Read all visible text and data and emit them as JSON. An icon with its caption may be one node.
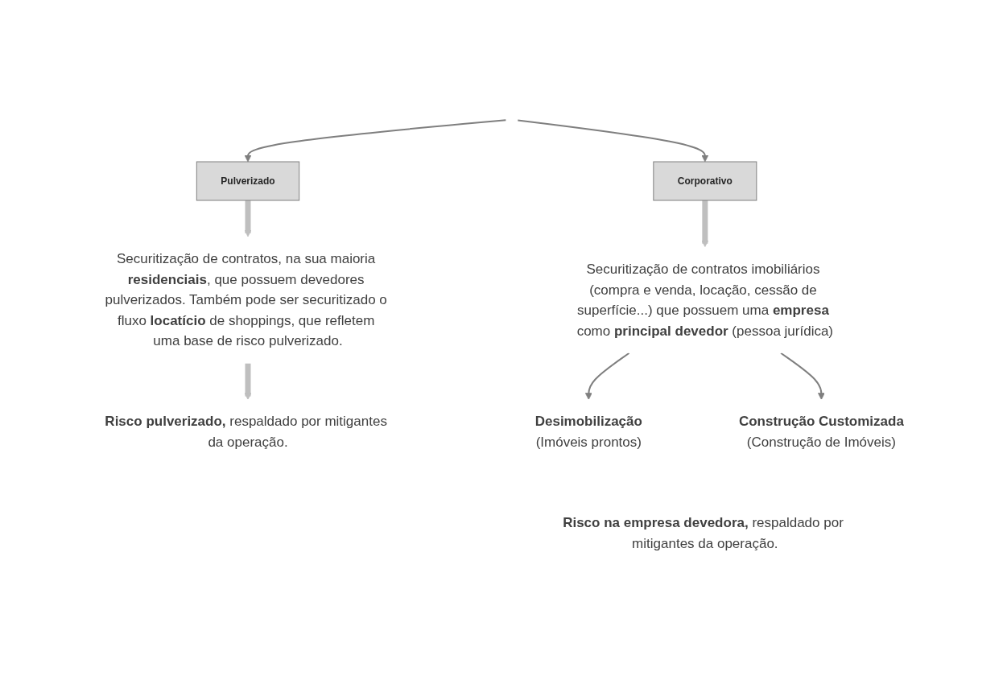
{
  "diagram": {
    "nodes": [
      {
        "text": [
          "Pulverizado"
        ]
      },
      {
        "text": [
          "Corporativo"
        ]
      },
      {
        "text": [
          "Securitização de contratos, na sua maioria **residenciais**, que possuem devedores pulverizados. Também pode ser securitizado o fluxo **locatício** de shoppings, que refletem uma base de risco pulverizado."
        ]
      },
      {
        "text": [
          "Securitização de contratos imobiliários (compra e venda, locação, cessão de superfície...) que possuem uma **empresa** como **principal devedor** (pessoa jurídica)"
        ]
      },
      {
        "text": [
          "**Risco pulverizado,** respaldado por mitigantes da operação."
        ]
      },
      {
        "text": [
          "Desimobilização",
          "(Imóveis prontos)"
        ]
      },
      {
        "text": [
          "Construção Customizada",
          "(Construção de Imóveis)"
        ]
      },
      {
        "text": [
          "**Risco na empresa devedora,** respaldado por mitigantes da operação."
        ]
      }
    ],
    "edges": [
      {
        "from": null,
        "to": 0,
        "arrow": "to"
      },
      {
        "from": null,
        "to": 1,
        "arrow": "to"
      },
      {
        "from": 0,
        "to": 2,
        "arrow": "to",
        "style": "thick"
      },
      {
        "from": 1,
        "to": 3,
        "arrow": "to",
        "style": "thick"
      },
      {
        "from": 2,
        "to": 4,
        "arrow": "to",
        "style": "thick"
      },
      {
        "from": 3,
        "to": 5,
        "arrow": "to"
      },
      {
        "from": 3,
        "to": 6,
        "arrow": "to"
      }
    ]
  }
}
